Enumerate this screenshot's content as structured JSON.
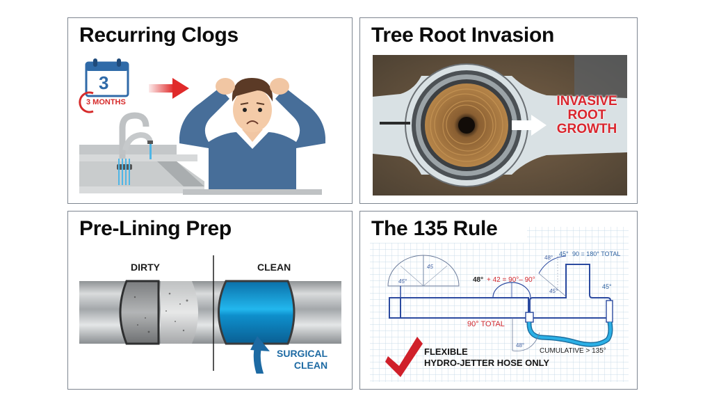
{
  "panels": {
    "recurring_clogs": {
      "title": "Recurring Clogs",
      "calendar_day": "3",
      "calendar_caption": "3 MONTHS",
      "colors": {
        "calendar_blue": "#2f6aa8",
        "alert_red": "#d62b2b",
        "sweater_blue": "#476e99",
        "steel_gray": "#bfc2c4",
        "water_blue": "#4fb6e6"
      }
    },
    "tree_root_invasion": {
      "title": "Tree Root Invasion",
      "callout_lines": [
        "INVASIVE",
        "ROOT",
        "GROWTH"
      ],
      "colors": {
        "callout_red": "#d9262e",
        "root_brown": "#a8773f",
        "pipe_gray": "#d8e0e3"
      }
    },
    "pre_lining_prep": {
      "title": "Pre-Lining Prep",
      "label_dirty": "DIRTY",
      "label_clean": "CLEAN",
      "callout_lines": [
        "SURGICAL",
        "CLEAN"
      ],
      "colors": {
        "clean_blue": "#1196d6",
        "callout_blue": "#1d6aa3",
        "pipe_steel": "#a9adb0"
      }
    },
    "the_135_rule": {
      "title": "The 135 Rule",
      "annotations": {
        "top_right_prefix": "45°",
        "top_right": "90 = 180° TOTAL",
        "left_arc_a": "45°",
        "left_arc_b": "45",
        "middle_black": "48°",
        "middle_red": "+ 42 = 90°– 90°",
        "upper_arc": "48°",
        "upper_arc_inner": "45°",
        "right_side": "45°",
        "ninety_total": "90° TOTAL",
        "lower_arc": "48°",
        "cumulative": "CUMULATIVE > 135°"
      },
      "checkmark_text_lines": [
        "FLEXIBLE",
        "HYDRO-JETTER HOSE ONLY"
      ],
      "colors": {
        "grid": "#c7dbe8",
        "pipe_line": "#2b4aa0",
        "hose_blue": "#2196c9",
        "red_text": "#d1272d",
        "check_red": "#d0202a"
      }
    }
  }
}
